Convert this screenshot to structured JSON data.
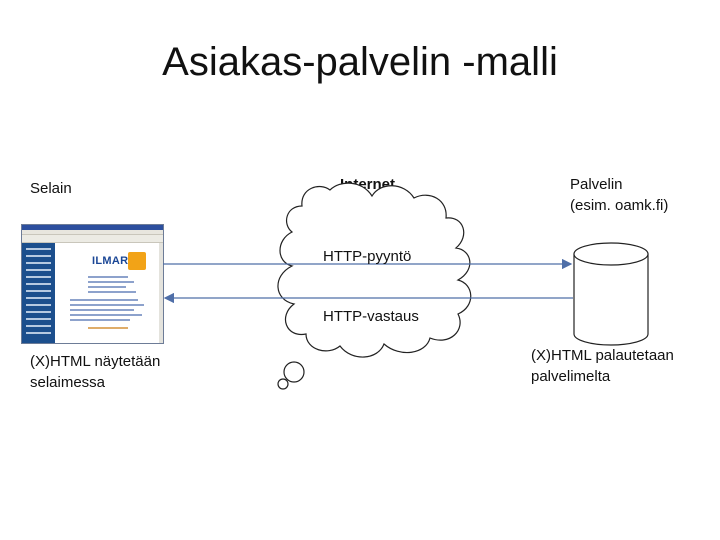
{
  "title": "Asiakas-palvelin -malli",
  "labels": {
    "client": "Selain",
    "internet": "Internet",
    "server_line1": "Palvelin",
    "server_line2": "(esim. oamk.fi)",
    "request": "HTTP-pyyntö",
    "response": "HTTP-vastaus",
    "client_note_line1": "(X)HTML näytetään",
    "client_note_line2": "selaimessa",
    "server_note_line1": "(X)HTML palautetaan",
    "server_note_line2": "palvelimelta"
  },
  "browser_screenshot": {
    "logo_text": "ILMARI"
  },
  "colors": {
    "arrow": "#4f6fa8",
    "cloud_stroke": "#222222",
    "server_stroke": "#222222"
  }
}
